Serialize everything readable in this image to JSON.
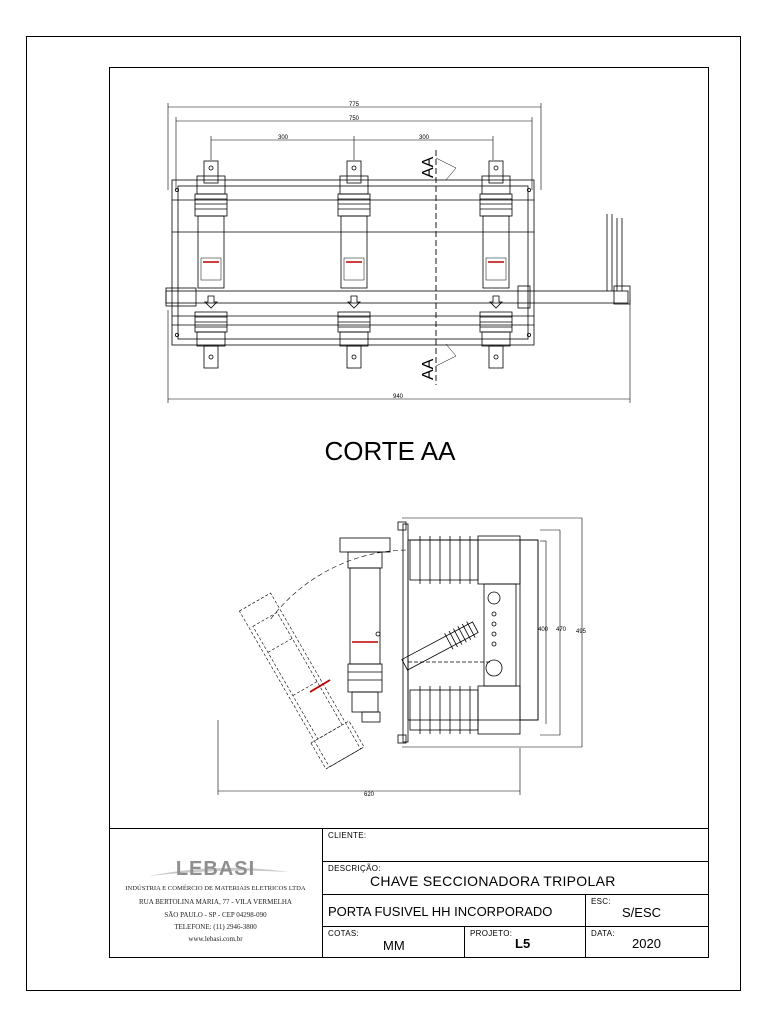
{
  "drawing": {
    "dims_top": {
      "overall_1": "775",
      "overall_2": "750",
      "pitch_left": "300",
      "pitch_right": "300",
      "base": "940"
    },
    "section_marks": {
      "top": "AA",
      "bottom": "AA"
    },
    "section_title": "CORTE AA",
    "dims_side": {
      "height_1": "400",
      "height_2": "470",
      "height_3": "495",
      "width": "620"
    }
  },
  "titleblock": {
    "company": {
      "name": "LEBASI",
      "line1": "INDÚSTRIA E COMÉRCIO DE MATERIAIS ELETRICOS LTDA",
      "line2": "RUA BERTOLINA MARIA, 77 - VILA VERMELHA",
      "line3": "SÃO PAULO - SP - CEP 04298-090",
      "line4": "TELEFONE: (11) 2946-3800",
      "line5": "www.lebasi.com.br"
    },
    "cliente_label": "CLIENTE:",
    "cliente_value": "",
    "descricao_label": "DESCRIÇÃO:",
    "descricao_value": "CHAVE SECCIONADORA TRIPOLAR",
    "descricao_sub": "PORTA FUSIVEL HH INCORPORADO",
    "esc_label": "ESC:",
    "esc_value": "S/ESC",
    "cotas_label": "COTAS:",
    "cotas_value": "MM",
    "projeto_label": "PROJETO:",
    "projeto_value": "L5",
    "data_label": "DATA:",
    "data_value": "2020"
  }
}
